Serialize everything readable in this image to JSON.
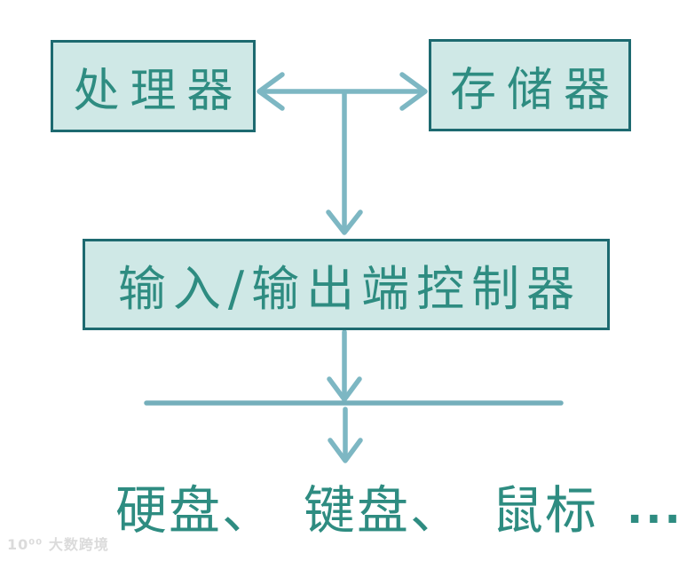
{
  "diagram": {
    "boxes": {
      "processor": {
        "label": "处理器"
      },
      "memory": {
        "label": "存储器"
      },
      "io_controller": {
        "label": "输入/输出端控制器"
      }
    },
    "peripherals": {
      "items": [
        "硬盘、",
        "键盘、",
        "鼠标"
      ],
      "ellipsis": "..."
    },
    "colors": {
      "background": "#ffffff",
      "box_fill": "#cfe8e6",
      "box_border": "#1d6a70",
      "box_text": "#2e8c81",
      "arrow": "#7db7c3",
      "bus_line": "#75afbb",
      "watermark": "#dbdbdb"
    }
  },
  "watermark": {
    "text": "10⁰⁰ 大数跨境"
  }
}
